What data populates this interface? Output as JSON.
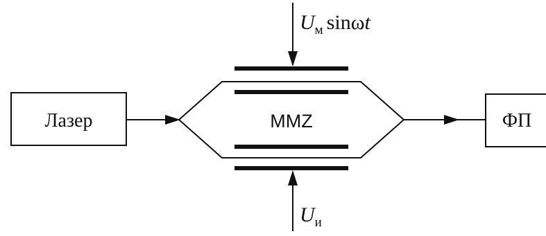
{
  "laser_block": {
    "label": "Лазер"
  },
  "modulator": {
    "label": "MMZ"
  },
  "photodetector_block": {
    "label": "ФП"
  },
  "modulation_voltage": {
    "symbol": "U",
    "subscript": "м",
    "expression": "sinω",
    "variable": "t"
  },
  "bias_voltage": {
    "symbol": "U",
    "subscript": "и"
  },
  "colors": {
    "line": "#111111",
    "background": "#ffffff"
  }
}
